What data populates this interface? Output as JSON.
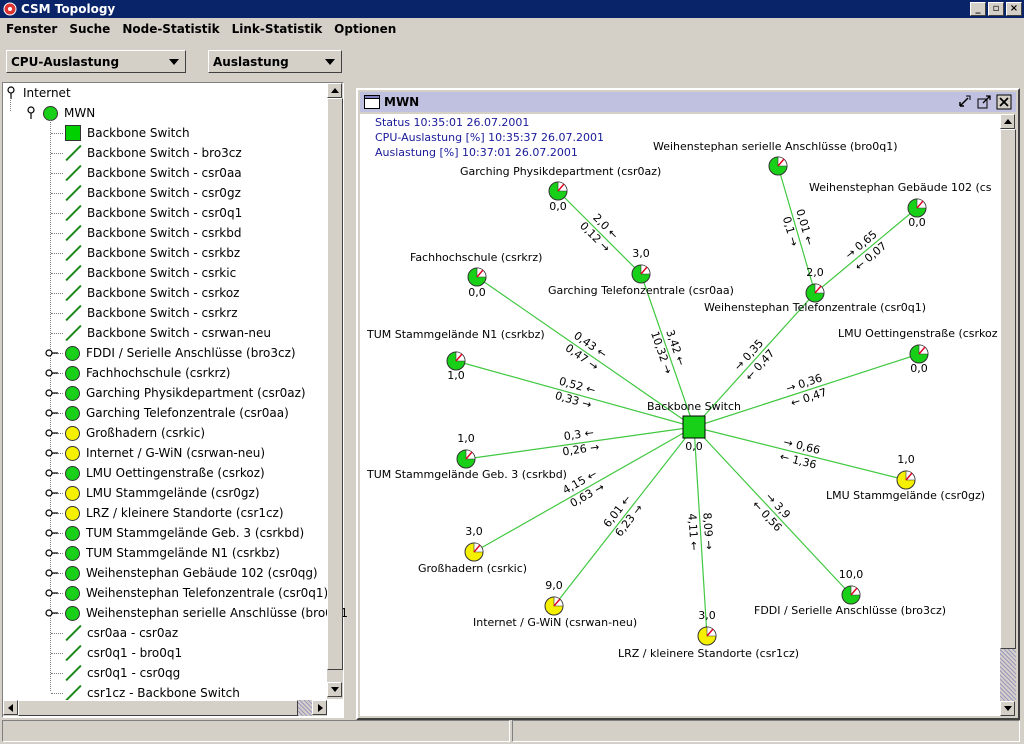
{
  "window": {
    "title": "CSM Topology"
  },
  "menu": [
    "Fenster",
    "Suche",
    "Node-Statistik",
    "Link-Statistik",
    "Optionen"
  ],
  "combos": {
    "metric": "CPU-Auslastung",
    "link_metric": "Auslastung"
  },
  "tree": {
    "root": "Internet",
    "level1": "MWN",
    "items": [
      {
        "icon": "square-green",
        "label": "Backbone Switch"
      },
      {
        "icon": "link",
        "label": "Backbone Switch - bro3cz"
      },
      {
        "icon": "link",
        "label": "Backbone Switch - csr0aa"
      },
      {
        "icon": "link",
        "label": "Backbone Switch - csr0gz"
      },
      {
        "icon": "link",
        "label": "Backbone Switch - csr0q1"
      },
      {
        "icon": "link",
        "label": "Backbone Switch - csrkbd"
      },
      {
        "icon": "link",
        "label": "Backbone Switch - csrkbz"
      },
      {
        "icon": "link",
        "label": "Backbone Switch - csrkic"
      },
      {
        "icon": "link",
        "label": "Backbone Switch - csrkoz"
      },
      {
        "icon": "link",
        "label": "Backbone Switch - csrkrz"
      },
      {
        "icon": "link",
        "label": "Backbone Switch - csrwan-neu"
      },
      {
        "icon": "node-green",
        "label": "FDDI / Serielle Anschlüsse  (bro3cz)",
        "expand": true
      },
      {
        "icon": "node-green",
        "label": "Fachhochschule (csrkrz)",
        "expand": true
      },
      {
        "icon": "node-green",
        "label": "Garching Physikdepartment (csr0az)",
        "expand": true
      },
      {
        "icon": "node-green",
        "label": "Garching Telefonzentrale (csr0aa)",
        "expand": true
      },
      {
        "icon": "node-yellow",
        "label": "Großhadern (csrkic)",
        "expand": true
      },
      {
        "icon": "node-yellow",
        "label": "Internet / G-WiN  (csrwan-neu)",
        "expand": true
      },
      {
        "icon": "node-green",
        "label": "LMU Oettingenstraße (csrkoz)",
        "expand": true
      },
      {
        "icon": "node-yellow",
        "label": "LMU Stammgelände (csr0gz)",
        "expand": true
      },
      {
        "icon": "node-yellow",
        "label": "LRZ / kleinere Standorte (csr1cz)",
        "expand": true
      },
      {
        "icon": "node-green",
        "label": "TUM Stammgelände Geb. 3 (csrkbd)",
        "expand": true
      },
      {
        "icon": "node-green",
        "label": "TUM Stammgelände N1 (csrkbz)",
        "expand": true
      },
      {
        "icon": "node-green",
        "label": "Weihenstephan Gebäude 102 (csr0qg)",
        "expand": true
      },
      {
        "icon": "node-green",
        "label": "Weihenstephan Telefonzentrale (csr0q1)",
        "expand": true
      },
      {
        "icon": "node-green",
        "label": "Weihenstephan serielle Anschlüsse (bro0q1",
        "expand": true
      },
      {
        "icon": "link",
        "label": "csr0aa - csr0az"
      },
      {
        "icon": "link",
        "label": "csr0q1 - bro0q1"
      },
      {
        "icon": "link",
        "label": "csr0q1 - csr0qg"
      },
      {
        "icon": "link",
        "label": "csr1cz - Backbone Switch"
      }
    ]
  },
  "frame": {
    "title": "MWN",
    "status_lines": [
      "Status 10:35:01 26.07.2001",
      "CPU-Auslastung [%] 10:35:37 26.07.2001",
      "Auslastung [%] 10:37:01 26.07.2001"
    ]
  },
  "topology": {
    "hub": {
      "label": "Backbone Switch",
      "value": "0,0"
    },
    "nodes": [
      {
        "id": "wserial",
        "label": "Weihenstephan serielle Anschlüsse (bro0q1)",
        "value": "",
        "color": "green"
      },
      {
        "id": "w102",
        "label": "Weihenstephan Gebäude 102 (cs",
        "value": "0,0",
        "color": "green"
      },
      {
        "id": "garphys",
        "label": "Garching Physikdepartment (csr0az)",
        "value": "0,0",
        "color": "green"
      },
      {
        "id": "gartel",
        "label": "Garching Telefonzentrale (csr0aa)",
        "value": "3,0",
        "color": "green"
      },
      {
        "id": "wtel",
        "label": "Weihenstephan Telefonzentrale (csr0q1)",
        "value": "2,0",
        "color": "green"
      },
      {
        "id": "fh",
        "label": "Fachhochschule (csrkrz)",
        "value": "0,0",
        "color": "green"
      },
      {
        "id": "tumn1",
        "label": "TUM Stammgelände N1 (csrkbz)",
        "value": "1,0",
        "color": "green"
      },
      {
        "id": "lmuoett",
        "label": "LMU Oettingenstraße (csrkoz",
        "value": "0,0",
        "color": "green"
      },
      {
        "id": "tumgeb3",
        "label": "TUM Stammgelände Geb. 3 (csrkbd)",
        "value": "1,0",
        "color": "green"
      },
      {
        "id": "lmustamm",
        "label": "LMU Stammgelände (csr0gz)",
        "value": "1,0",
        "color": "yellow"
      },
      {
        "id": "grosshadern",
        "label": "Großhadern (csrkic)",
        "value": "3,0",
        "color": "yellow"
      },
      {
        "id": "fddi",
        "label": "FDDI / Serielle Anschlüsse  (bro3cz)",
        "value": "10,0",
        "color": "green"
      },
      {
        "id": "internet",
        "label": "Internet / G-WiN  (csrwan-neu)",
        "value": "9,0",
        "color": "yellow"
      },
      {
        "id": "lrz",
        "label": "LRZ / kleinere Standorte (csr1cz)",
        "value": "3,0",
        "color": "yellow"
      }
    ],
    "links": [
      {
        "from": "gartel",
        "to": "garphys",
        "a": "0,12 →",
        "b": "2,0 ←"
      },
      {
        "from": "wtel",
        "to": "wserial",
        "a": "0,1 →",
        "b": "0,01 ←"
      },
      {
        "from": "wtel",
        "to": "w102",
        "a": "→ 0,65",
        "b": "← 0,07"
      },
      {
        "from": "hub",
        "to": "fh",
        "a": "0,47 →",
        "b": "0,43 ←"
      },
      {
        "from": "hub",
        "to": "gartel",
        "a": "10,32 →",
        "b": "3,42 ←"
      },
      {
        "from": "hub",
        "to": "wtel",
        "a": "→ 0,35",
        "b": "← 0,47"
      },
      {
        "from": "hub",
        "to": "tumn1",
        "a": "0,33 →",
        "b": "0,52 ←"
      },
      {
        "from": "hub",
        "to": "lmuoett",
        "a": "→ 0,36",
        "b": "← 0,47"
      },
      {
        "from": "hub",
        "to": "tumgeb3",
        "a": "0,26 →",
        "b": "0,3 ←"
      },
      {
        "from": "hub",
        "to": "lmustamm",
        "a": "→ 0,66",
        "b": "← 1,36"
      },
      {
        "from": "hub",
        "to": "grosshadern",
        "a": "0,63 →",
        "b": "4,15 ←"
      },
      {
        "from": "hub",
        "to": "fddi",
        "a": "→ 3,9",
        "b": "← 0,56"
      },
      {
        "from": "hub",
        "to": "internet",
        "a": "6,23 →",
        "b": "6,01 ←"
      },
      {
        "from": "hub",
        "to": "lrz",
        "a": "8,09 →",
        "b": "4,11 ←"
      }
    ]
  }
}
